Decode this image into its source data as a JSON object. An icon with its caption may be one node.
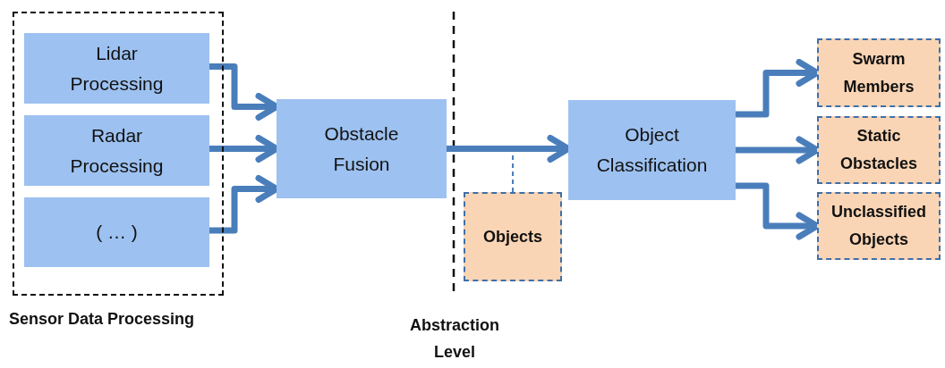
{
  "diagram": {
    "nodes": [
      {
        "text": [
          "Sensor Data Processing"
        ]
      },
      {
        "text": [
          "Lidar Processing"
        ],
        "in": 0
      },
      {
        "text": [
          "Radar Processing"
        ],
        "in": 0
      },
      {
        "text": [
          "( … )"
        ],
        "in": 0
      },
      {
        "text": [
          "Obstacle Fusion"
        ]
      },
      {
        "text": [
          "Object Classification"
        ]
      },
      {
        "text": [
          "Objects"
        ]
      },
      {
        "text": [
          "Swarm Members"
        ]
      },
      {
        "text": [
          "Static Obstacles"
        ]
      },
      {
        "text": [
          "Unclassified Objects"
        ]
      }
    ],
    "edges": [
      {
        "from": 1,
        "to": 4,
        "arrow": "to"
      },
      {
        "from": 2,
        "to": 4,
        "arrow": "to"
      },
      {
        "from": 3,
        "to": 4,
        "arrow": "to"
      },
      {
        "from": 4,
        "to": 5,
        "arrow": "to"
      },
      {
        "from": 6,
        "to": null,
        "arrow": "none",
        "style": "dashed"
      },
      {
        "from": 5,
        "to": 7,
        "arrow": "to"
      },
      {
        "from": 5,
        "to": 8,
        "arrow": "to"
      },
      {
        "from": 5,
        "to": 9,
        "arrow": "to"
      }
    ],
    "labels": [
      "Abstraction Level"
    ]
  }
}
